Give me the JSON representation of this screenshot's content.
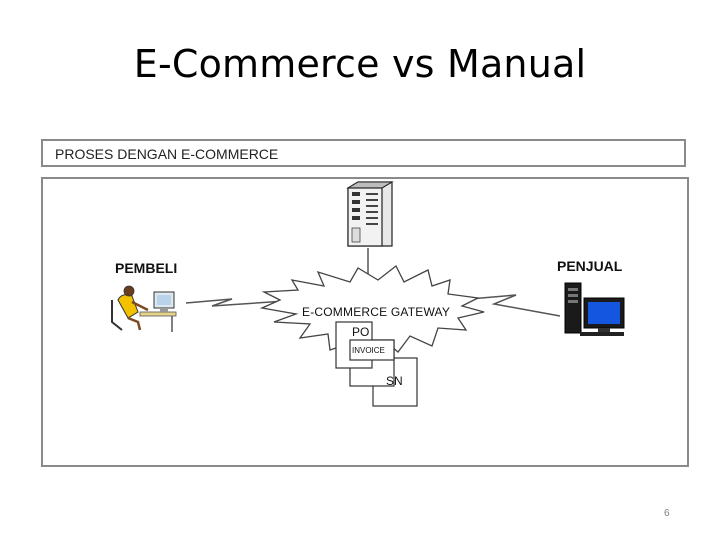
{
  "slide": {
    "title": "E-Commerce vs Manual",
    "page_number": "6"
  },
  "diagram": {
    "header": "PROSES DENGAN E-COMMERCE",
    "buyer_label": "PEMBELI",
    "seller_label": "PENJUAL",
    "gateway_label": "E-COMMERCE GATEWAY",
    "documents": [
      "PO",
      "INVOICE",
      "SN"
    ],
    "icons": [
      "server-icon",
      "buyer-person-at-computer-icon",
      "seller-computer-icon"
    ]
  }
}
